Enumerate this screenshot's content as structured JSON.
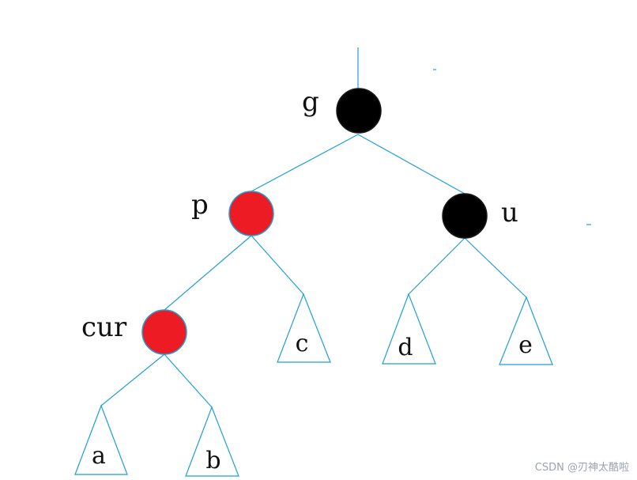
{
  "colors": {
    "edge": "#1f9ed8",
    "black_node": "#000000",
    "red_node": "#ed1c24"
  },
  "nodes": {
    "g": {
      "label": "g",
      "color": "black"
    },
    "p": {
      "label": "p",
      "color": "red"
    },
    "u": {
      "label": "u",
      "color": "black"
    },
    "cur": {
      "label": "cur",
      "color": "red"
    }
  },
  "subtrees": {
    "a": "a",
    "b": "b",
    "c": "c",
    "d": "d",
    "e": "e"
  },
  "watermark": "CSDN @刃神太酷啦"
}
